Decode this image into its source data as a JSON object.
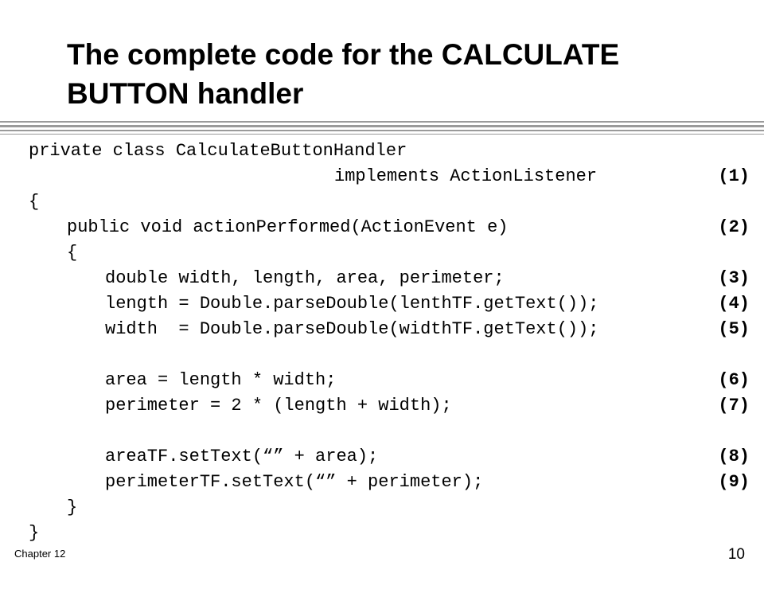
{
  "slide": {
    "title": "The complete code for the CALCULATE BUTTON handler",
    "code_lines": [
      {
        "text": "private class CalculateButtonHandler",
        "step": ""
      },
      {
        "text": "implements ActionListener",
        "step": "(1)"
      },
      {
        "text": "{",
        "step": ""
      },
      {
        "text": "public void actionPerformed(ActionEvent e)",
        "step": "(2)"
      },
      {
        "text": "{",
        "step": ""
      },
      {
        "text": "double width, length, area, perimeter;",
        "step": "(3)"
      },
      {
        "text": "length = Double.parseDouble(lenthTF.getText());",
        "step": "(4)"
      },
      {
        "text": "width  = Double.parseDouble(widthTF.getText());",
        "step": "(5)"
      },
      {
        "text": "",
        "step": ""
      },
      {
        "text": "area = length * width;",
        "step": "(6)"
      },
      {
        "text": "perimeter = 2 * (length + width);",
        "step": "(7)"
      },
      {
        "text": "",
        "step": ""
      },
      {
        "text": "areaTF.setText(“” + area);",
        "step": "(8)"
      },
      {
        "text": "perimeterTF.setText(“” + perimeter);",
        "step": "(9)"
      },
      {
        "text": "}",
        "step": ""
      },
      {
        "text": "}",
        "step": ""
      }
    ]
  },
  "footer": {
    "chapter": "Chapter 12",
    "page_number": "10"
  },
  "colors": {
    "rule": "#9a9a9a",
    "text": "#000000",
    "background": "#ffffff"
  }
}
